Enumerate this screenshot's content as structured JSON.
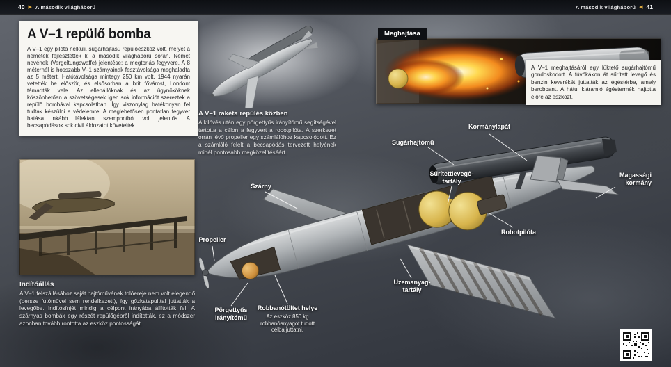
{
  "header": {
    "left_page": "40",
    "left_marker": "▶",
    "left_title": "A második világháború",
    "right_title": "A második világháború",
    "right_marker": "◀",
    "right_page": "41"
  },
  "intro": {
    "title": "A V–1 repülő bomba",
    "body": "A V–1 egy pilóta nélküli, sugárhajtású repülőeszköz volt, melyet a németek fejlesztettek ki a második világháború során. Német nevének (Vergeltungswaffe) jelentése: a megtorlás fegyvere. A 8 méternél is hosszabb V–1 szárnyainak fesztávolsága meghaladta az 5 métert. Hatótávolsága mintegy 250 km volt. 1944 nyarán vetették be először, és elsősorban a brit fővárost, Londont támadták vele. Az ellenállóknak és az ügynököknek köszönhetően a szövetségesek igen sok információt szereztek a repülő bombával kapcsolatban. Így viszonylag hatékonyan fel tudtak készülni a védelemre. A meglehetősen pontatlan fegyver hatása inkább lélektani szempontból volt jelentős. A becsapódások sok civil áldozatot követeltek."
  },
  "launch": {
    "heading": "Indítóállás",
    "body": "A V–1 felszállásához saját hajtóművének tolóereje nem volt elegendő (persze futóművel sem rendelkezett), így gőzkatapulttal juttatták a levegőbe. Indítósínjét mindig a célpont irányába állították fel. A szárnyas bombák egy részét repülőgépről indították, ez a módszer azonban tovább rontotta az eszköz pontosságát."
  },
  "flight": {
    "heading": "A V–1 rakéta repülés közben",
    "body": "A kilövés után egy pörgettyűs irányítómű segítségével tartotta a célon a fegyvert a robotpilóta. A szerkezet orrán lévő propeller egy számlálóhoz kapcsolódott. Ez a számláló felelt a becsapódás tervezett helyének minél pontosabb megközelítéséért."
  },
  "propulsion": {
    "heading": "Meghajtása",
    "body": "A V–1 meghajtásáról egy lüktető sugárhajtómű gondoskodott. A fúvókákon át sűrített levegő és benzin keverékét juttatták az égéstérbe, amely berobbant. A hátul kiáramló égéstermék hajtotta előre az eszközt."
  },
  "diagram": {
    "labels": [
      {
        "id": "kormanylapat",
        "text": "Kormánylapát"
      },
      {
        "id": "sugarhajtomu",
        "text": "Sugárhajtómű"
      },
      {
        "id": "magassagi-kormany",
        "text": "Magassági kormány"
      },
      {
        "id": "suritettlevego-tartaly",
        "text": "Sűrítettlevegő-tartály"
      },
      {
        "id": "robotpilota",
        "text": "Robotpilóta"
      },
      {
        "id": "szarny",
        "text": "Szárny"
      },
      {
        "id": "propeller",
        "text": "Propeller"
      },
      {
        "id": "uzemanyag-tartaly",
        "text": "Üzemanyag-tartály"
      },
      {
        "id": "porgettyus-iranyitomu",
        "text": "Pörgettyűs irányítómű"
      },
      {
        "id": "robbanotoltet-helye",
        "text": "Robbanótöltet helye"
      }
    ],
    "warhead_note": "Az eszköz 850 kg robbanóanyagot tudott célba juttatni."
  },
  "colors": {
    "header_marker": "#dba83f",
    "tank_yellow": "#d7b44c",
    "flame_orange": "#f28a1e"
  }
}
